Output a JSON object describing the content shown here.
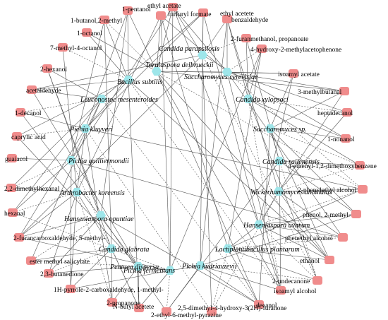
{
  "colors": {
    "microbe": "#9EE6EA",
    "compound": "#F08C8C",
    "edge": "#555555",
    "background": "#ffffff"
  },
  "microbes": [
    "Torulaspora delbrueckii",
    "Candida parapsilosis",
    "Saccharomyces cerevisiae",
    "Bacillus subtilis",
    "Leuconostoc mesenteroides",
    "Candida xylopsoci",
    "Pichia kluyveri",
    "Saccharomyces sp.",
    "Pichia guilliermondii",
    "Candida railenensis",
    "Arthrobacter koreensis",
    "Wickerhamomyces anomalus",
    "Hanseniaspora opuntiae",
    "Hanseniaspora uvarum",
    "Candida glabrata",
    "Lactiplantibacillus plantarum",
    "Pentoea dispersa",
    "Pichia kudriavzevii",
    "Pichia fermentans"
  ],
  "compounds": [
    "ethyl acetate",
    "1-pentanol",
    "furfuryl formate",
    "ethyl acetete",
    "1-butanol,2-methyl",
    "benzaldehyde",
    "1-octanol",
    "2-furanmethanol, propanoate",
    "7-methyl-4-octanol",
    "4-hydroxy-2-methylacetophenone",
    "2-hexanol",
    "isoamyl acetate",
    "acetaldehyde",
    "3-methylbutanal",
    "1-decanol",
    "heptadecanol",
    "caprylic acid",
    "1-nonanol",
    "guaiacol",
    "4-ethenyl-1,2-dimethoxybenzene",
    "2,2-dimethylhexanal",
    "2-phenylethyl alcohol",
    "hexanal",
    "phenol, 2-methyl-",
    "2-furancarboxaldehyde, 5-methyl-",
    "phenethyl alcohol",
    "ester methyl salicylate",
    "ethanol",
    "2,3-butanedione",
    "2-undecanone",
    "1H-pyrrole-2-carboxaldehyde, 1-methyl-",
    "isoamyl alcohol",
    "2-propanone",
    "decanol",
    "N-butyl acetete",
    "2,5-dimethyl-4-hydroxy-3(2H)-furanone",
    "2-ethyl-6-methyl-pyrazine"
  ]
}
